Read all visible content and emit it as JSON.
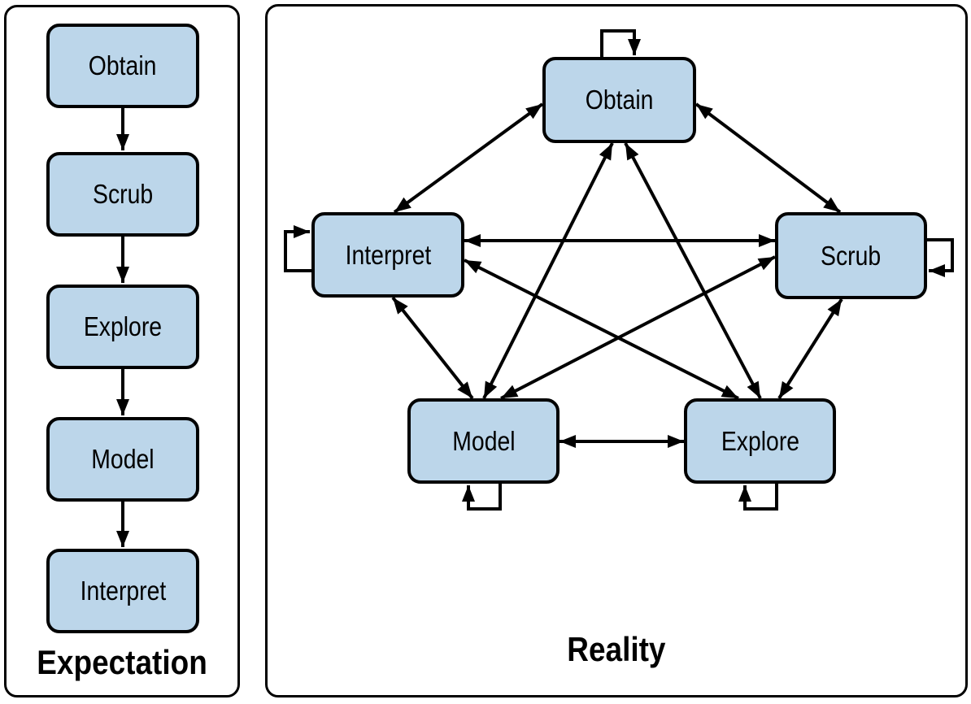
{
  "colors": {
    "node_fill": "#BCD6EA",
    "stroke": "#000000"
  },
  "expectation": {
    "title": "Expectation",
    "nodes": [
      "Obtain",
      "Scrub",
      "Explore",
      "Model",
      "Interpret"
    ]
  },
  "reality": {
    "title": "Reality",
    "nodes": {
      "obtain": "Obtain",
      "interpret": "Interpret",
      "scrub": "Scrub",
      "model": "Model",
      "explore": "Explore"
    },
    "edges": [
      [
        "Obtain",
        "Interpret"
      ],
      [
        "Obtain",
        "Scrub"
      ],
      [
        "Obtain",
        "Model"
      ],
      [
        "Obtain",
        "Explore"
      ],
      [
        "Interpret",
        "Scrub"
      ],
      [
        "Interpret",
        "Explore"
      ],
      [
        "Interpret",
        "Model"
      ],
      [
        "Scrub",
        "Model"
      ],
      [
        "Scrub",
        "Explore"
      ],
      [
        "Model",
        "Explore"
      ]
    ],
    "self_loops": [
      "Obtain",
      "Interpret",
      "Scrub",
      "Model",
      "Explore"
    ],
    "edge_style": "bidirectional-arrows"
  }
}
